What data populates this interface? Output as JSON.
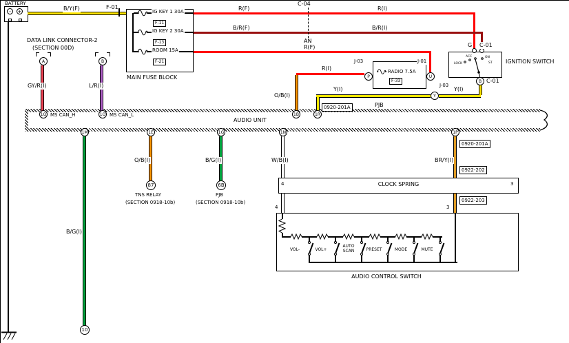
{
  "colors": {
    "wire_red": "#ff0000",
    "wire_dark_red": "#991111",
    "wire_yellow": "#ffe600",
    "wire_orange": "#ff9900",
    "wire_green": "#00a33e",
    "wire_purple": "#b060c8",
    "wire_gray_red": "#ee4455",
    "wire_white": "#ffffff",
    "wire_brown_yellow": "#dd9922"
  },
  "battery": {
    "label": "BATTERY",
    "minus": "-",
    "plus": "+"
  },
  "top": {
    "b_y_f": "B/Y(F)",
    "f01": "F-01",
    "r_f1": "R(F)",
    "r_i1": "R(I)",
    "b_r_f": "B/R(F)",
    "b_r_i": "B/R(I)",
    "c04": "C-04",
    "an": "AN",
    "r_f2": "R(F)",
    "r_i2": "R(I)",
    "g": "G",
    "c01_top": "C-01",
    "c01_bottom": "C-01"
  },
  "fuse_block": {
    "title": "MAIN FUSE BLOCK",
    "fuses": [
      {
        "name": "IG KEY 1 30A",
        "ref": "F-11"
      },
      {
        "name": "IG KEY 2 30A",
        "ref": "F-13"
      },
      {
        "name": "ROOM 15A",
        "ref": "F-21"
      }
    ]
  },
  "dlc": {
    "title": "DATA LINK CONNECTOR-2",
    "subtitle": "(SECTION 00D)",
    "pin_a": "A",
    "pin_b": "B",
    "wire_a": "GY/R(I)",
    "wire_b": "L/R(I)",
    "can_h": "MS CAN_H",
    "can_l": "MS CAN_L"
  },
  "pjb_top": {
    "label": "PJB",
    "fuse_name": "RADIO 7.5A",
    "fuse_ref": "F-33",
    "j03_left": "J-03",
    "j01": "J-01",
    "j03_right": "J-03",
    "pin_p": "P",
    "pin_u": "U",
    "pin_y": "Y",
    "y_i_left": "Y(I)",
    "y_i_right": "Y(I)",
    "o_b": "O/B(I)",
    "ref_0920": "0920-201A"
  },
  "ignition": {
    "label": "IGNITION SWITCH",
    "pin_b": "B",
    "positions": [
      "LOCK",
      "ACC",
      "ON",
      "ST"
    ]
  },
  "audio_unit": {
    "label": "AUDIO UNIT",
    "pins_top": [
      "1Q",
      "1O",
      "1B",
      "1R"
    ],
    "pins_bottom": [
      "1M",
      "1E",
      "1G",
      "1N",
      "1P"
    ]
  },
  "branches": {
    "long_green": {
      "wire": "B/G(I)",
      "pin": "10"
    },
    "tns": {
      "wire": "O/B(I)",
      "pin": "87",
      "line1": "TNS RELAY",
      "line2": "(SECTION 0918-10b)"
    },
    "pjb": {
      "wire": "B/G(I)",
      "pin": "6B",
      "line1": "PJB",
      "line2": "(SECTION 0918-10b)"
    },
    "clock": {
      "wire": "W/B(I)"
    },
    "bry": {
      "wire": "BR/Y(I)",
      "ref_top": "0920-201A",
      "ref_mid": "0922-202",
      "ref_bottom": "0922-203"
    }
  },
  "clock_spring": {
    "label": "CLOCK SPRING",
    "pin_left": "4",
    "pin_right": "3"
  },
  "audio_switch": {
    "label": "AUDIO CONTROL SWITCH",
    "pin_left": "4",
    "pin_right": "3",
    "buttons": [
      "VOL-",
      "VOL+",
      "AUTO SCAN",
      "PRESET",
      "MODE",
      "MUTE"
    ]
  }
}
